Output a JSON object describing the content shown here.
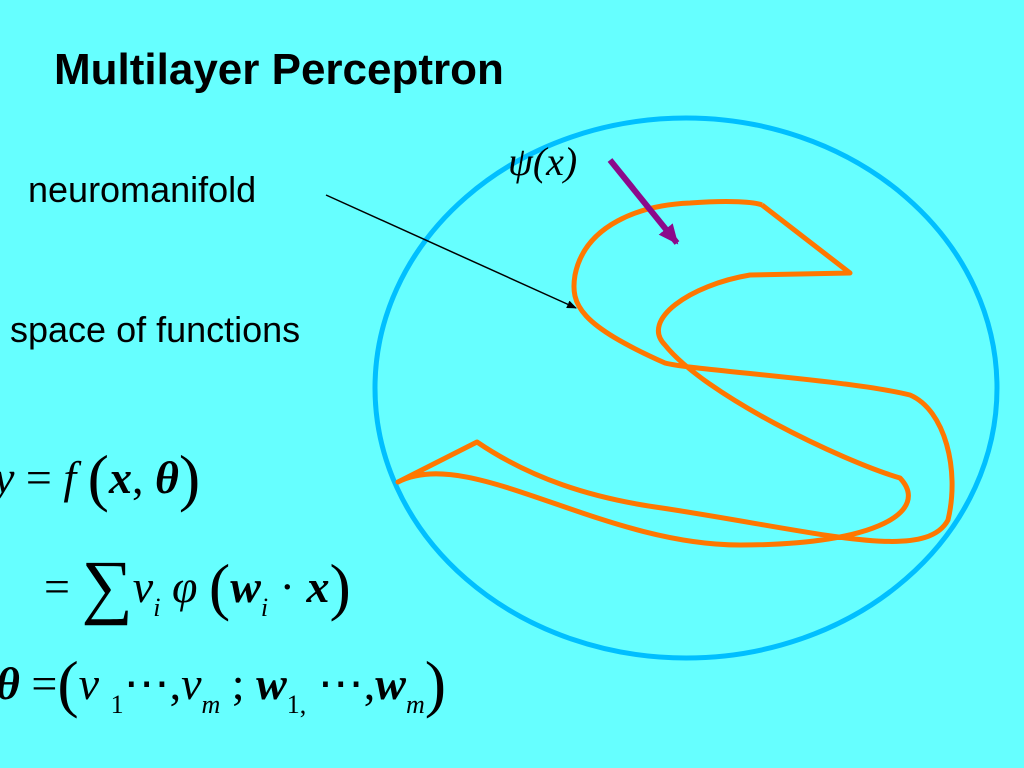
{
  "slide": {
    "title": "Multilayer Perceptron",
    "label_neuromanifold": "neuromanifold",
    "label_space": "space of functions",
    "psi_label": "ψ(x)"
  },
  "equations": {
    "eq1": {
      "lhs": "y",
      "eq": "=",
      "f": "f",
      "x": "x",
      "comma": ",",
      "theta": "θ"
    },
    "eq2": {
      "eq": "=",
      "sum": "∑",
      "v": "v",
      "i": "i",
      "phi": "φ",
      "w": "w",
      "dot": "·",
      "x": "x"
    },
    "eq3": {
      "theta": "θ",
      "eq": "=",
      "v": "v",
      "one": "1",
      "dots": "⋯",
      "comma": ",",
      "m": "m",
      "semicolon": ";",
      "w": "w",
      "onecomma": "1,",
      "m2": "m"
    }
  },
  "colors": {
    "background": "#66FFFF",
    "circle": "#00BFFF",
    "manifold": "#FF7700",
    "arrow_purple": "#8B0A8B"
  }
}
